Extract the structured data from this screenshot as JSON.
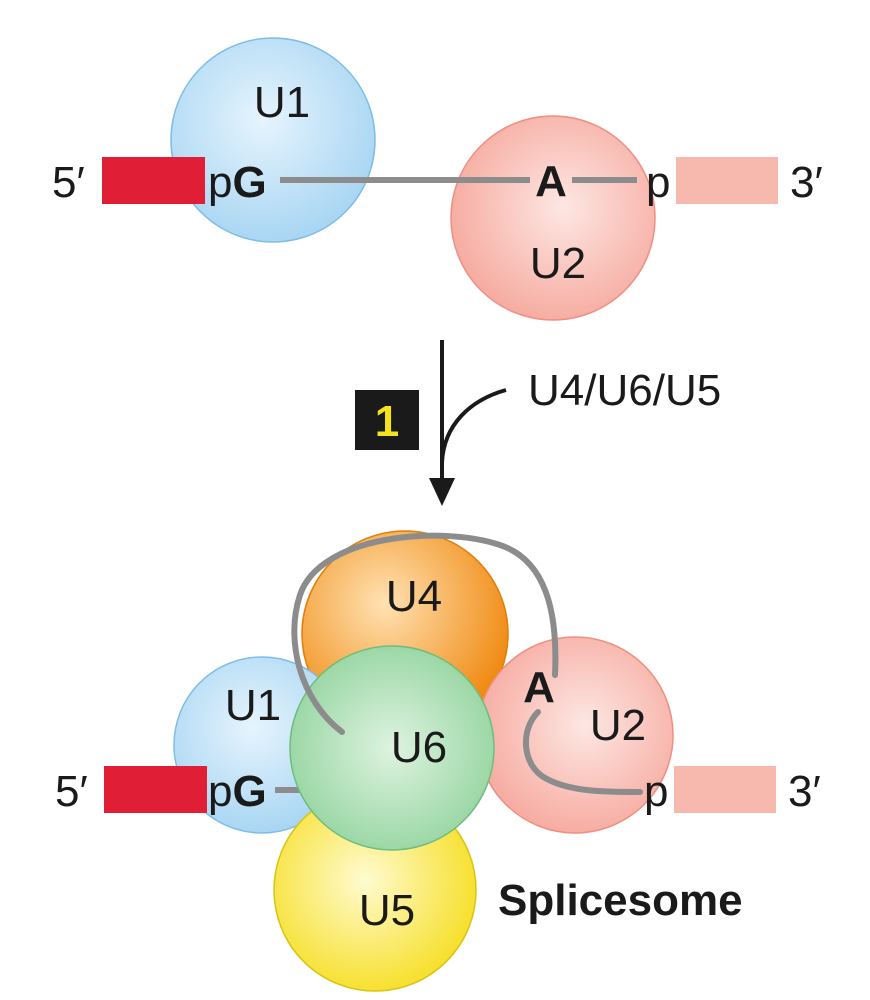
{
  "top": {
    "u1": "U1",
    "u2": "U2",
    "five_prime": "5′",
    "three_prime": "3′",
    "pG_p": "p",
    "pG_G": "G",
    "branch_A": "A",
    "p3": "p"
  },
  "step": {
    "number": "1",
    "label": "U4/U6/U5"
  },
  "bottom": {
    "u1": "U1",
    "u2": "U2",
    "u4": "U4",
    "u5": "U5",
    "u6": "U6",
    "five_prime": "5′",
    "three_prime": "3′",
    "pG_p": "p",
    "pG_G": "G",
    "branch_A": "A",
    "p3": "p",
    "title": "Splicesome"
  },
  "colors": {
    "u1": "#bfe0f7",
    "u2": "#f9c4bd",
    "u4": "#f49a25",
    "u5": "#f8e53c",
    "u6": "#a8dcb0",
    "exon5": "#e01f36",
    "exon3": "#f7b9ae",
    "rna": "#8c8c8c",
    "badge": "#1a1a1a",
    "badge_text": "#f3e21c"
  }
}
